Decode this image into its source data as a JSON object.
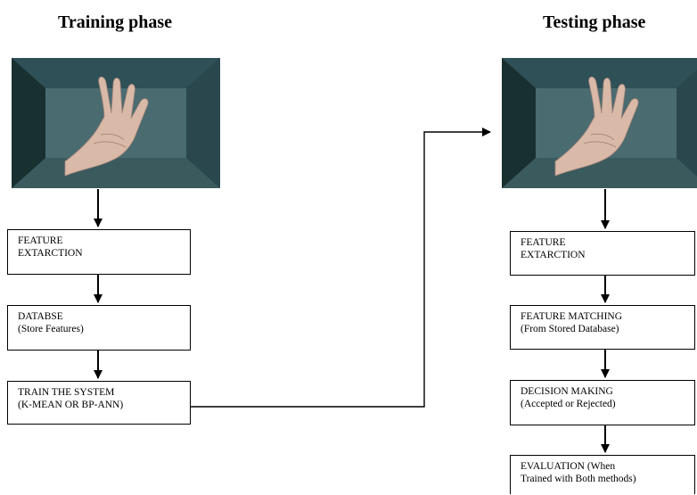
{
  "training": {
    "heading": "Training phase",
    "steps": [
      {
        "title": "FEATURE",
        "subtitle": "EXTARCTION"
      },
      {
        "title": "DATABSE",
        "subtitle": "(Store Features)"
      },
      {
        "title": "TRAIN THE SYSTEM",
        "subtitle": "(K-MEAN OR BP-ANN)"
      }
    ]
  },
  "testing": {
    "heading": "Testing phase",
    "steps": [
      {
        "title": "FEATURE",
        "subtitle": "EXTARCTION"
      },
      {
        "title": "FEATURE MATCHING",
        "subtitle": "(From Stored Database)"
      },
      {
        "title": "DECISION MAKING",
        "subtitle": "(Accepted or Rejected)"
      },
      {
        "title": "EVALUATION (When",
        "subtitle": "Trained with Both methods)"
      }
    ]
  },
  "images": {
    "training": "hand-photo",
    "testing": "hand-photo"
  },
  "colors": {
    "line": "#000000",
    "box_border": "#000000",
    "wall": "#2c4a50",
    "skin": "#d8b8a8"
  }
}
